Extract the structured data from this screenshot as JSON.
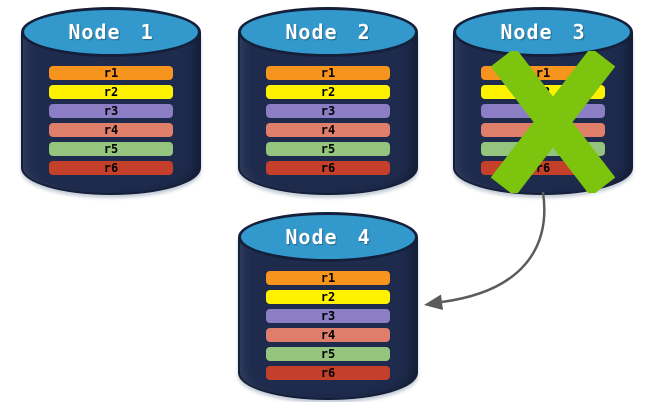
{
  "diagram": {
    "type": "database-replication-failover",
    "description_visible_elements": "four database node cylinders with replica rows, failed node marked with X, arrow from failed node to new node"
  },
  "colors": {
    "background": "#FFFFFF",
    "cylinder_body": "#1E2B4D",
    "cylinder_border": "#141F3A",
    "cylinder_top_fill": "#3399CD",
    "node_label_text": "#FFFFFF",
    "row_label_text": "#000000",
    "failure_x": "#7DC40F",
    "arrow": "#5B5B5B"
  },
  "nodes": [
    {
      "id": "node-1",
      "label": "Node 1",
      "failed": false,
      "rows": [
        {
          "label": "r1",
          "color": "#F7941E"
        },
        {
          "label": "r2",
          "color": "#FFF200"
        },
        {
          "label": "r3",
          "color": "#8B7EC4"
        },
        {
          "label": "r4",
          "color": "#DE7E6B"
        },
        {
          "label": "r5",
          "color": "#95C47E"
        },
        {
          "label": "r6",
          "color": "#C4402A"
        }
      ]
    },
    {
      "id": "node-2",
      "label": "Node 2",
      "failed": false,
      "rows": [
        {
          "label": "r1",
          "color": "#F7941E"
        },
        {
          "label": "r2",
          "color": "#FFF200"
        },
        {
          "label": "r3",
          "color": "#8B7EC4"
        },
        {
          "label": "r4",
          "color": "#DE7E6B"
        },
        {
          "label": "r5",
          "color": "#95C47E"
        },
        {
          "label": "r6",
          "color": "#C4402A"
        }
      ]
    },
    {
      "id": "node-3",
      "label": "Node 3",
      "failed": true,
      "rows": [
        {
          "label": "r1",
          "color": "#F7941E"
        },
        {
          "label": "r2",
          "color": "#FFF200"
        },
        {
          "label": "r3",
          "color": "#8B7EC4"
        },
        {
          "label": "r4",
          "color": "#DE7E6B"
        },
        {
          "label": "r5",
          "color": "#95C47E"
        },
        {
          "label": "r6",
          "color": "#C4402A"
        }
      ]
    },
    {
      "id": "node-4",
      "label": "Node 4",
      "failed": false,
      "rows": [
        {
          "label": "r1",
          "color": "#F7941E"
        },
        {
          "label": "r2",
          "color": "#FFF200"
        },
        {
          "label": "r3",
          "color": "#8B7EC4"
        },
        {
          "label": "r4",
          "color": "#DE7E6B"
        },
        {
          "label": "r5",
          "color": "#95C47E"
        },
        {
          "label": "r6",
          "color": "#C4402A"
        }
      ]
    }
  ],
  "connection": {
    "from": "Node 3",
    "to": "Node 4",
    "style": "curved-arrow"
  }
}
